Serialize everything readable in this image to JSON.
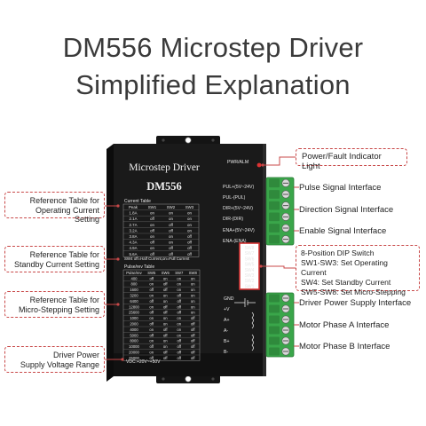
{
  "title": {
    "line1": "DM556 Microstep Driver",
    "line2": "Simplified Explanation"
  },
  "device": {
    "label": "Microstep Driver",
    "model": "DM556",
    "current_table_label": "Current Table",
    "current_table_header": [
      "Peak",
      "SW1",
      "SW2",
      "SW3"
    ],
    "current_rows": [
      [
        "1.8A",
        "on",
        "on",
        "on"
      ],
      [
        "2.1A",
        "off",
        "on",
        "on"
      ],
      [
        "2.7A",
        "on",
        "off",
        "on"
      ],
      [
        "3.2A",
        "off",
        "off",
        "on"
      ],
      [
        "3.8A",
        "on",
        "on",
        "off"
      ],
      [
        "4.3A",
        "off",
        "on",
        "off"
      ],
      [
        "4.9A",
        "on",
        "off",
        "off"
      ],
      [
        "5.6A",
        "off",
        "off",
        "off"
      ]
    ],
    "sw4_note": "SW4 off=Half Current,on=Full Current",
    "pulse_table_label": "Pulse/rev Table",
    "pulse_table_header": [
      "Pulse/rev",
      "SW5",
      "SW6",
      "SW7",
      "SW8"
    ],
    "pulse_rows": [
      [
        "400",
        "off",
        "on",
        "on",
        "on"
      ],
      [
        "800",
        "on",
        "off",
        "on",
        "on"
      ],
      [
        "1600",
        "off",
        "off",
        "on",
        "on"
      ],
      [
        "3200",
        "on",
        "on",
        "off",
        "on"
      ],
      [
        "6400",
        "off",
        "on",
        "off",
        "on"
      ],
      [
        "12800",
        "on",
        "off",
        "off",
        "on"
      ],
      [
        "25600",
        "off",
        "off",
        "off",
        "on"
      ],
      [
        "1000",
        "on",
        "on",
        "on",
        "off"
      ],
      [
        "2000",
        "off",
        "on",
        "on",
        "off"
      ],
      [
        "4000",
        "on",
        "off",
        "on",
        "off"
      ],
      [
        "5000",
        "off",
        "off",
        "on",
        "off"
      ],
      [
        "8000",
        "on",
        "on",
        "off",
        "off"
      ],
      [
        "10000",
        "off",
        "on",
        "off",
        "off"
      ],
      [
        "20000",
        "on",
        "off",
        "off",
        "off"
      ],
      [
        "25000",
        "off",
        "off",
        "off",
        "off"
      ]
    ],
    "vdc_label": "VDC:+20V~+50V",
    "pwr_alm": "PWR/ALM",
    "signal_labels": [
      "PUL+(5V~24V)",
      "PUL-(PUL)",
      "DIR+(5V~24V)",
      "DIR-(DIR)",
      "ENA+(5V~24V)",
      "ENA-(ENA)"
    ],
    "dip_labels": [
      "SW8",
      "SW7",
      "SW6",
      "SW5",
      "SW4",
      "SW3",
      "SW2",
      "SW1"
    ],
    "power_labels": [
      "GND",
      "+V",
      "A+",
      "A-",
      "B+",
      "B-"
    ]
  },
  "callouts": {
    "power_fault": "Power/Fault Indicator Light",
    "pulse": "Pulse Signal Interface",
    "direction": "Direction Signal Interface",
    "enable": "Enable Signal Interface",
    "dip": {
      "line1": "8-Position DIP Switch",
      "line2": "SW1-SW3: Set Operating Current",
      "line3": "SW4: Set Standby Current",
      "line4": "SW5-SW8: Set Micro-Stepping"
    },
    "power_supply": "Driver Power Supply Interface",
    "phase_a": "Motor Phase A Interface",
    "phase_b": "Motor Phase B Interface",
    "ref_operating": {
      "line1": "Reference Table for",
      "line2": "Operating Current Setting"
    },
    "ref_standby": {
      "line1": "Reference Table for",
      "line2": "Standby Current Setting"
    },
    "ref_micro": {
      "line1": "Reference Table for",
      "line2": "Micro-Stepping Setting"
    },
    "supply_range": {
      "line1": "Driver Power",
      "line2": "Supply Voltage Range"
    }
  },
  "colors": {
    "device_body": "#1a1a1a",
    "terminal_green": "#3aa64a",
    "callout_border": "#c84848",
    "dip_red": "#d03030"
  }
}
